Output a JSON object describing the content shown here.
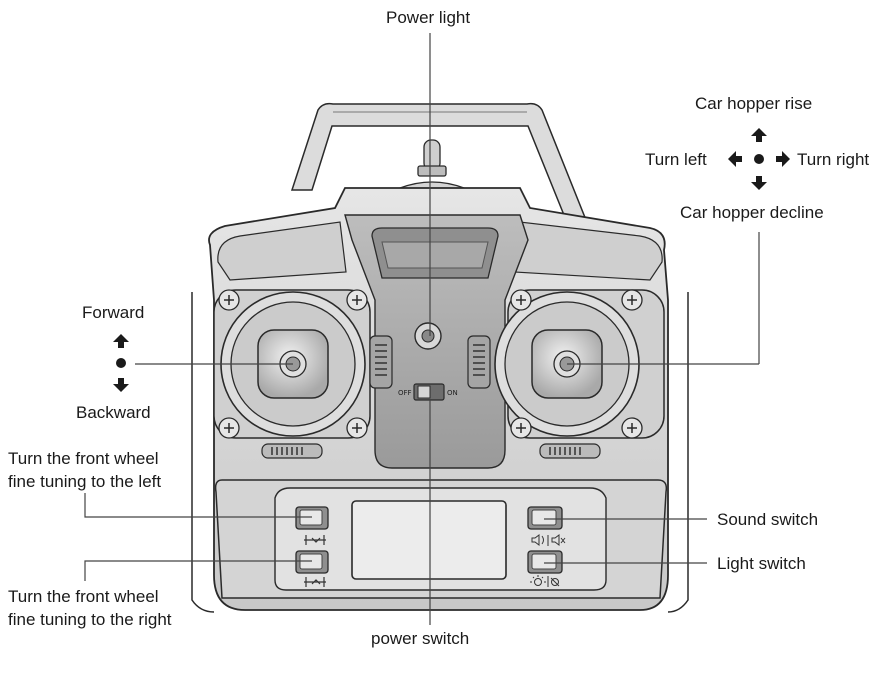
{
  "labels": {
    "power_light": "Power light",
    "car_hopper_rise": "Car hopper rise",
    "turn_left": "Turn left",
    "turn_right": "Turn right",
    "car_hopper_decline": "Car hopper decline",
    "forward": "Forward",
    "backward": "Backward",
    "front_wheel_left": [
      "Turn the front wheel",
      "fine tuning  to the left"
    ],
    "front_wheel_right": [
      "Turn the front wheel",
      "fine tuning to the right"
    ],
    "sound_switch": "Sound switch",
    "light_switch": "Light switch",
    "power_switch": "power switch"
  },
  "switch": {
    "off": "OFF",
    "on": "ON"
  },
  "icons": {
    "direction_arrows": [
      "arrow-up-icon",
      "arrow-down-icon",
      "arrow-left-icon",
      "arrow-right-icon"
    ],
    "sound": [
      "speaker-on-icon",
      "speaker-mute-icon"
    ],
    "light": [
      "bulb-on-icon",
      "bulb-off-icon"
    ],
    "wheel_trim": [
      "trim-left-icon",
      "trim-right-icon"
    ]
  },
  "colors": {
    "line": "#444444",
    "body": "#d9d9d9",
    "body_dark": "#b3b3b3",
    "outline": "#2a2a2a"
  }
}
